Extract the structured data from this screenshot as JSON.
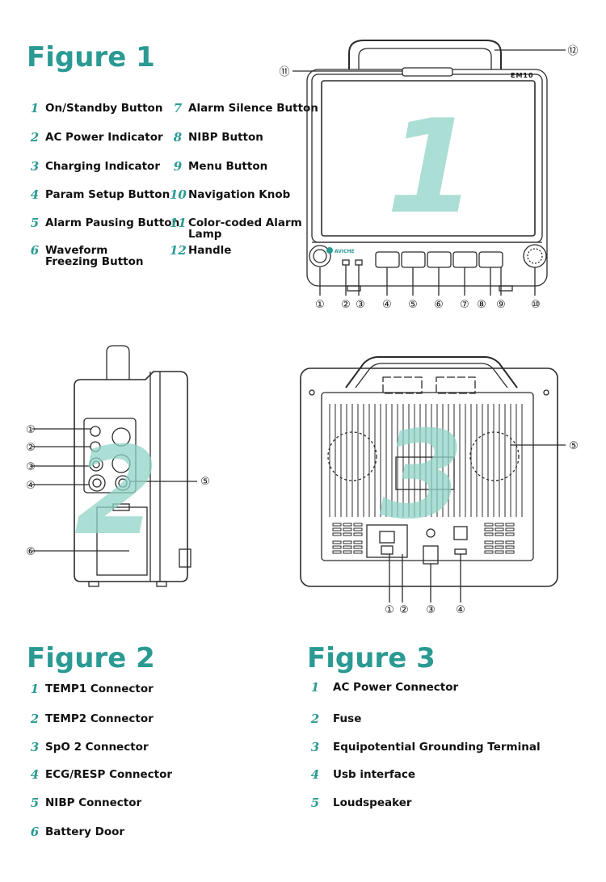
{
  "colors": {
    "accent": "#2a9a93",
    "watermark": "#8fd3c6",
    "line": "#2b2b2b",
    "text": "#111111"
  },
  "figure1": {
    "title": "Figure 1",
    "legend": [
      {
        "num": "1",
        "label": "On/Standby Button"
      },
      {
        "num": "2",
        "label": "AC Power Indicator"
      },
      {
        "num": "3",
        "label": "Charging Indicator"
      },
      {
        "num": "4",
        "label": "Param Setup Button"
      },
      {
        "num": "5",
        "label": "Alarm Pausing Button"
      },
      {
        "num": "6",
        "label": "Waveform Freezing Button"
      },
      {
        "num": "7",
        "label": "Alarm Silence Button"
      },
      {
        "num": "8",
        "label": "NIBP Button"
      },
      {
        "num": "9",
        "label": "Menu Button"
      },
      {
        "num": "10",
        "label": "Navigation Knob"
      },
      {
        "num": "11",
        "label": "Color-coded Alarm Lamp"
      },
      {
        "num": "12",
        "label": "Handle"
      }
    ],
    "model_label": "EM10",
    "brand_label": "AVICHE",
    "watermark": "1",
    "callouts": [
      "①",
      "②",
      "③",
      "④",
      "⑤",
      "⑥",
      "⑦",
      "⑧",
      "⑨",
      "⑩",
      "⑪",
      "⑫"
    ]
  },
  "figure2": {
    "title": "Figure 2",
    "legend": [
      {
        "num": "1",
        "label": "TEMP1 Connector"
      },
      {
        "num": "2",
        "label": "TEMP2 Connector"
      },
      {
        "num": "3",
        "label": "SpO 2 Connector"
      },
      {
        "num": "4",
        "label": "ECG/RESP Connector"
      },
      {
        "num": "5",
        "label": "NIBP Connector"
      },
      {
        "num": "6",
        "label": "Battery Door"
      }
    ],
    "watermark": "2",
    "callouts": [
      "①",
      "②",
      "③",
      "④",
      "⑤",
      "⑥"
    ]
  },
  "figure3": {
    "title": "Figure 3",
    "legend": [
      {
        "num": "1",
        "label": "AC Power Connector"
      },
      {
        "num": "2",
        "label": "Fuse"
      },
      {
        "num": "3",
        "label": "Equipotential Grounding Terminal"
      },
      {
        "num": "4",
        "label": "Usb interface"
      },
      {
        "num": "5",
        "label": "Loudspeaker"
      }
    ],
    "watermark": "3",
    "callouts": [
      "①",
      "②",
      "③",
      "④",
      "⑤"
    ]
  }
}
